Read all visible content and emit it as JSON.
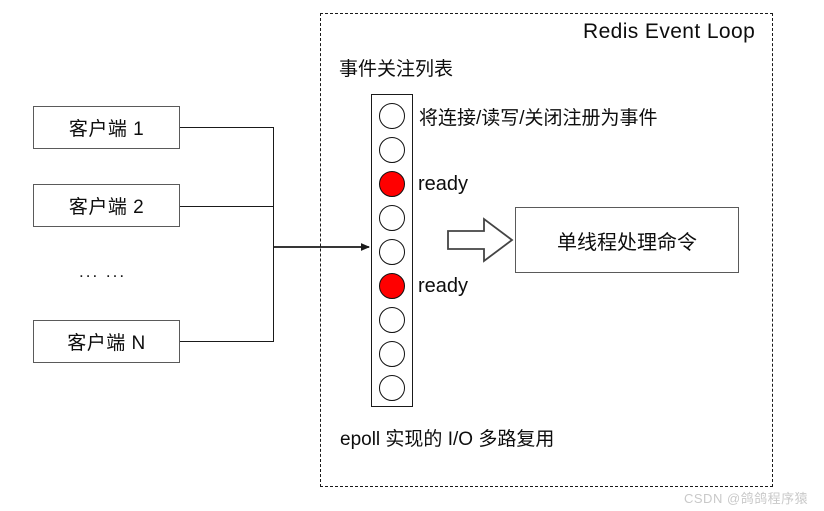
{
  "diagram": {
    "title": "Redis Event Loop",
    "watch_list_label": "事件关注列表",
    "register_caption": "将连接/读写/关闭注册为事件",
    "epoll_caption": "epoll 实现的 I/O 多路复用",
    "single_thread_label": "单线程处理命令",
    "ready_label_1": "ready",
    "ready_label_2": "ready",
    "watermark": "CSDN @鸽鸽程序猿"
  },
  "clients": [
    {
      "label": "客户端 1",
      "type": "box"
    },
    {
      "label": "客户端 2",
      "type": "box"
    },
    {
      "label": "... ...",
      "type": "ellipsis"
    },
    {
      "label": "客户端 N",
      "type": "box"
    }
  ],
  "event_slots": [
    {
      "index": 1,
      "state": "idle"
    },
    {
      "index": 2,
      "state": "idle"
    },
    {
      "index": 3,
      "state": "ready"
    },
    {
      "index": 4,
      "state": "idle"
    },
    {
      "index": 5,
      "state": "idle"
    },
    {
      "index": 6,
      "state": "ready"
    },
    {
      "index": 7,
      "state": "idle"
    },
    {
      "index": 8,
      "state": "idle"
    },
    {
      "index": 9,
      "state": "idle"
    }
  ],
  "colors": {
    "ready": "#FF0000",
    "idle": "#FFFFFF",
    "stroke": "#1A1A1A",
    "box_border": "#5A5A5A",
    "watermark": "#C9C9C9"
  }
}
